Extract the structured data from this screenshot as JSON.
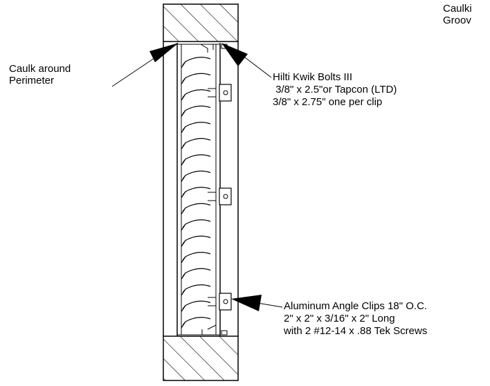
{
  "labels": {
    "top_right": [
      "Caulki",
      "Groov"
    ],
    "caulk_perimeter": [
      "Caulk around",
      "Perimeter"
    ],
    "hilti": [
      "Hilti Kwik Bolts III",
      " 3/8\" x 2.5\"or Tapcon (LTD)",
      "3/8\" x 2.75\" one per clip"
    ],
    "clips": [
      "Aluminum Angle Clips 18\" O.C.",
      "2\" x 2\" x 3/16\" x 2\" Long",
      "with 2 #12-14 x .88 Tek Screws"
    ]
  },
  "colors": {
    "line": "#000000",
    "background": "#ffffff"
  }
}
